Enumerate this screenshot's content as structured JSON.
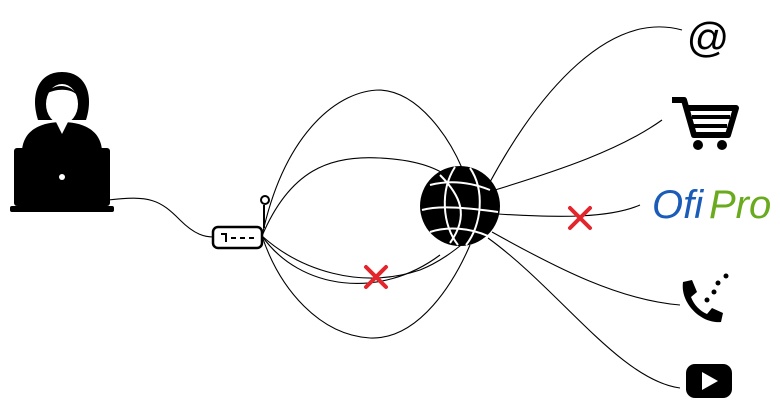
{
  "diagram": {
    "logo_text": {
      "part1": "Ofi",
      "part2": "Pro"
    },
    "colors": {
      "ofi_blue": "#1a5cb8",
      "pro_green": "#6aaa1e",
      "blocked_red": "#e3262b",
      "line": "#000000"
    },
    "icons": [
      "user-laptop-icon",
      "router-icon",
      "globe-icon",
      "at-sign-icon",
      "shopping-cart-icon",
      "ofipro-logo",
      "phone-call-icon",
      "youtube-play-icon",
      "blocked-x-icon"
    ],
    "email_symbol": "@"
  }
}
